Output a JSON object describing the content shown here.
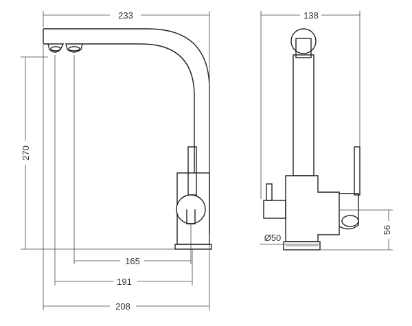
{
  "dimensions": {
    "side_overall_width": "233",
    "side_height": "270",
    "side_reach_165": "165",
    "side_reach_191": "191",
    "side_reach_208": "208",
    "front_width": "138",
    "base_diameter": "Ø50",
    "handle_height": "56"
  },
  "colors": {
    "line": "#222222",
    "dim_line": "#444444",
    "background": "#ffffff"
  }
}
